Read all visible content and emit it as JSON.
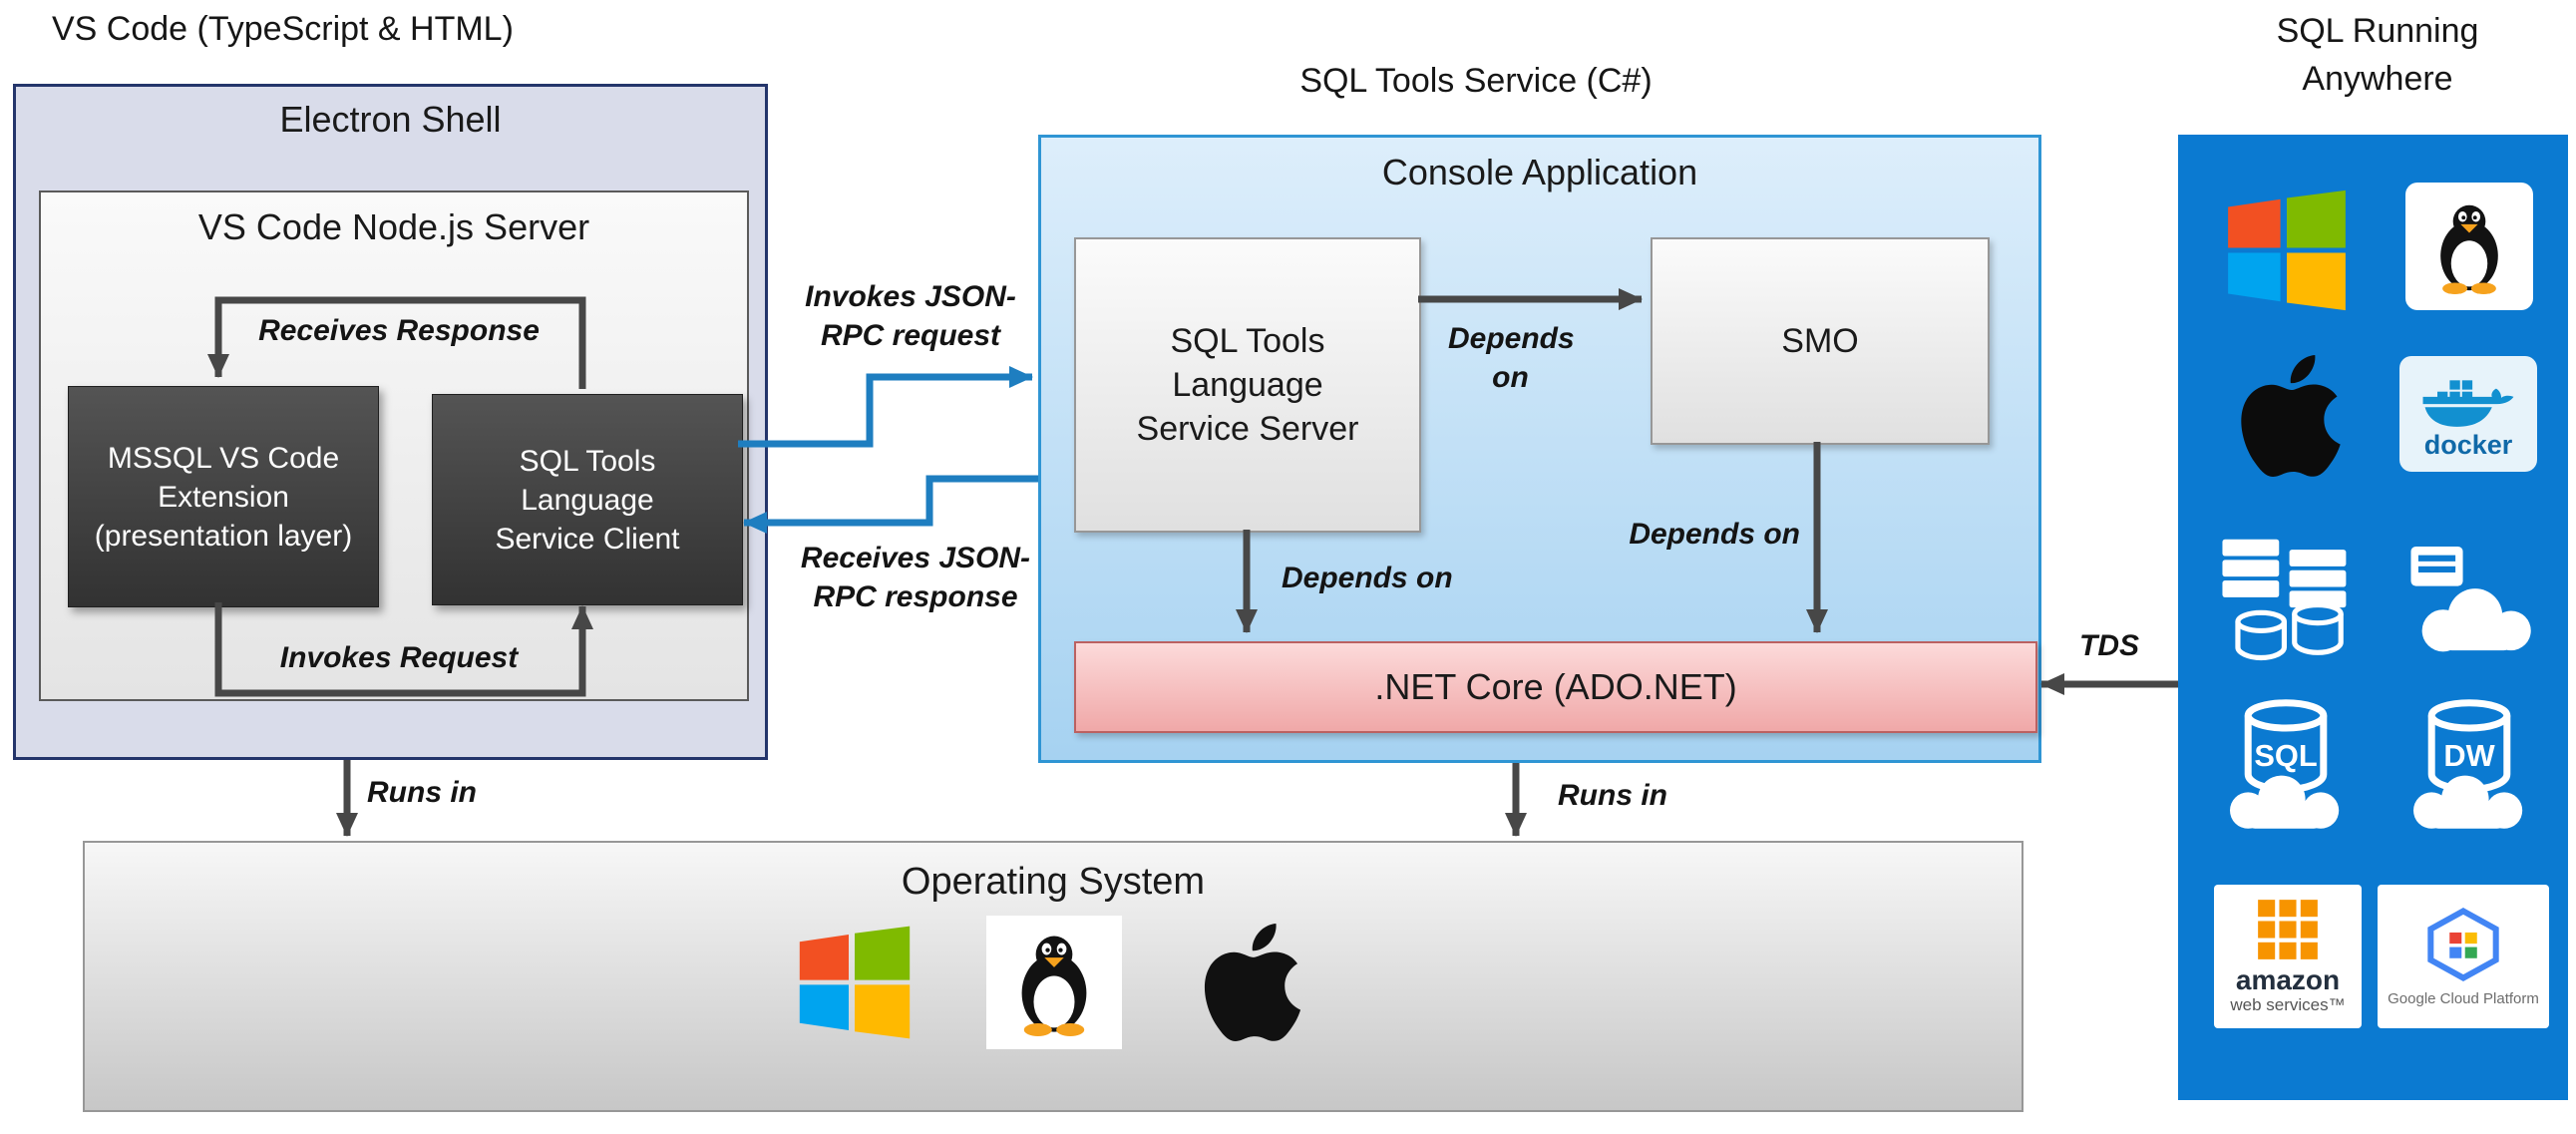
{
  "titles": {
    "vscode": "VS Code (TypeScript & HTML)",
    "service": "SQL Tools Service (C#)",
    "anywhere": "SQL Running Anywhere"
  },
  "electron": {
    "title": "Electron Shell",
    "node_server": "VS Code Node.js Server",
    "mssql_extension": "MSSQL VS Code Extension (presentation layer)",
    "service_client": "SQL Tools Language Service Client"
  },
  "console": {
    "title": "Console Application",
    "service_server": "SQL Tools Language Service Server",
    "smo": "SMO",
    "net_core": ".NET Core (ADO.NET)"
  },
  "os": {
    "title": "Operating System"
  },
  "labels": {
    "receives_response": "Receives Response",
    "invokes_request": "Invokes Request",
    "runs_in_left": "Runs in",
    "runs_in_mid": "Runs in",
    "depends_on_1": "Depends on",
    "depends_on_2": "Depends on",
    "depends_on_3": "Depends on",
    "invokes_json_1": "Invokes JSON-",
    "invokes_json_2": "RPC request",
    "receives_json_1": "Receives JSON-",
    "receives_json_2": "RPC response",
    "tds": "TDS"
  },
  "anywhere_icons": {
    "docker": "docker",
    "sql": "SQL",
    "dw": "DW",
    "aws_name": "amazon",
    "aws_sub": "web services™",
    "gcp": "Google Cloud Platform"
  },
  "colors": {
    "arrow_dark": "#474747",
    "arrow_blue": "#1e7ec0",
    "blue_panel": "#0b7ad1"
  }
}
